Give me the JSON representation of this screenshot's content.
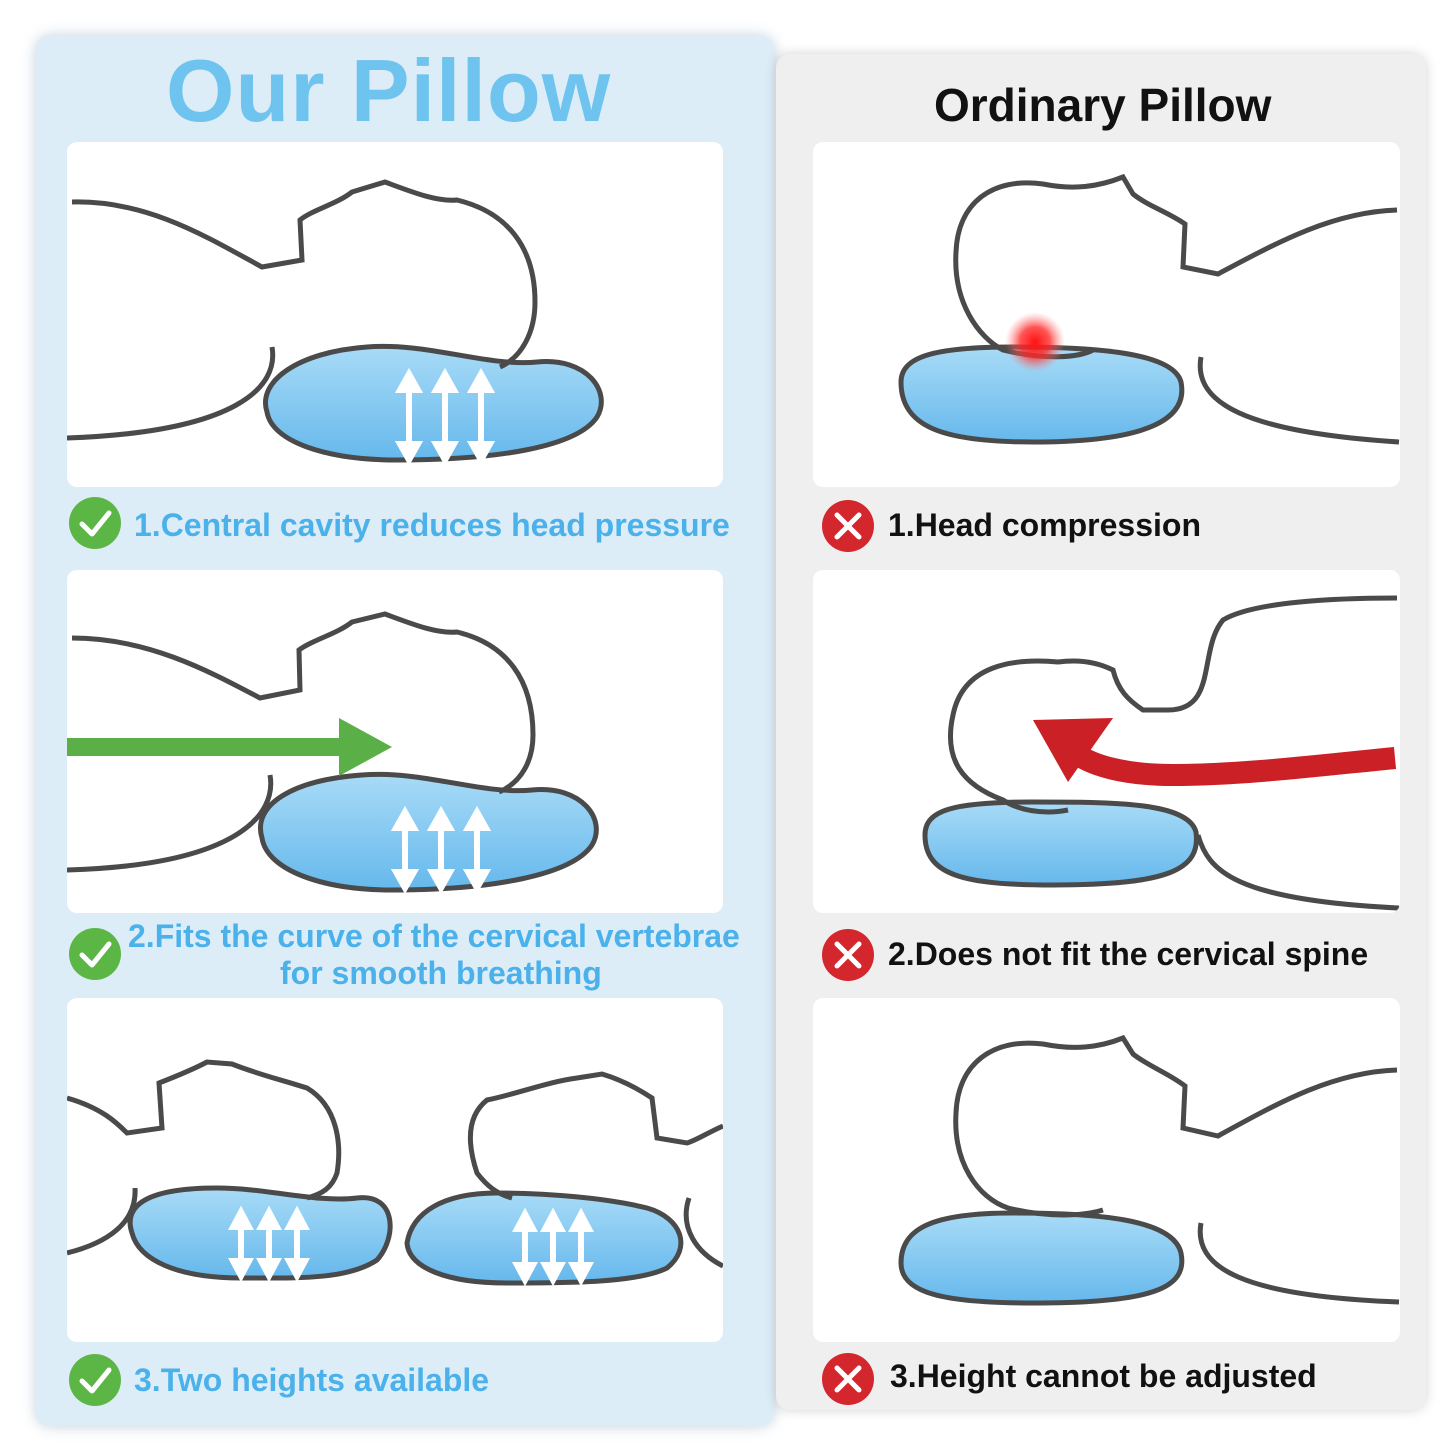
{
  "our": {
    "title": "Our Pillow",
    "features": [
      {
        "icon": "check-icon",
        "text": "1.Central cavity reduces head pressure"
      },
      {
        "icon": "check-icon",
        "text_line1": "2.Fits the curve of the cervical vertebrae",
        "text_line2": "for smooth breathing"
      },
      {
        "icon": "check-icon",
        "text": "3.Two heights available"
      }
    ]
  },
  "ordinary": {
    "title": "Ordinary Pillow",
    "issues": [
      {
        "icon": "cross-icon",
        "text": "1.Head compression"
      },
      {
        "icon": "cross-icon",
        "text": "2.Does not fit the cervical spine"
      },
      {
        "icon": "cross-icon",
        "text": "3.Height cannot be adjusted"
      }
    ]
  },
  "colors": {
    "good_accent": "#4ab1ea",
    "good_title": "#6ec4ef",
    "check_green": "#5cb646",
    "cross_red": "#d3262d",
    "pillow_blue": "#7ec5ef",
    "arrow_green": "#5ab046",
    "arrow_red": "#cc2027",
    "pressure_point": "#ff1a1a"
  }
}
